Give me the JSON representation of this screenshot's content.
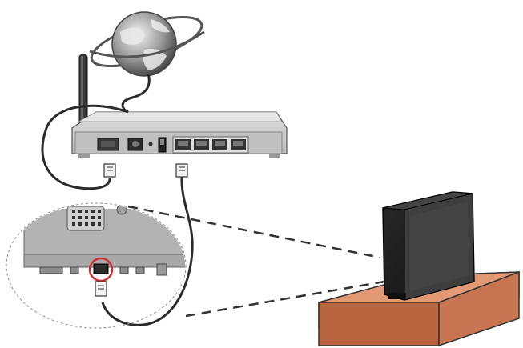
{
  "diagram": {
    "nodes": [
      {
        "id": "internet",
        "icon": "globe-icon"
      },
      {
        "id": "router",
        "icon": "wireless-router-icon"
      },
      {
        "id": "tv",
        "icon": "television-icon"
      },
      {
        "id": "stand",
        "icon": "wooden-stand-icon"
      },
      {
        "id": "zoom-detail",
        "icon": "magnified-tv-rear-panel"
      }
    ],
    "connections": [
      {
        "from": "internet",
        "to": "router",
        "kind": "cable"
      },
      {
        "from": "router",
        "to": "tv",
        "kind": "ethernet-cable"
      }
    ],
    "colors": {
      "outline": "#222222",
      "router_body": "#c9c9c9",
      "router_panel": "#b4b4b4",
      "antenna": "#3a3a3a",
      "globe_light": "#e6e6e6",
      "globe_dark": "#4a4a4a",
      "tv_body": "#1c1c1c",
      "tv_screen": "#3e3e3e",
      "stand_top": "#d8825d",
      "stand_front": "#b7643f",
      "zoom_panel": "#b3b3b3",
      "highlight_ring": "#d03030",
      "dashed_lines": "#333333"
    }
  }
}
